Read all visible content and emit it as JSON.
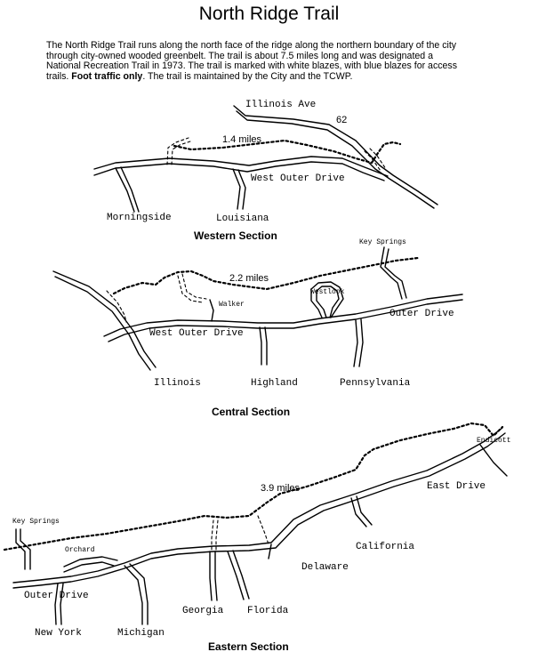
{
  "title": "North Ridge Trail",
  "intro": {
    "text1": "The North Ridge Trail runs along the north face of  the ridge along the northern boundary of the city through city-owned wooded greenbelt.  The trail is about 7.5 miles long and was designated a National Recreation Trail in 1973.  The trail is marked with white blazes, with blue blazes for access trails.  ",
    "bold": "Foot traffic only",
    "text2": ".  The trail is maintained by the City and the TCWP."
  },
  "sections": {
    "western": {
      "title": "Western Section",
      "distance": "1.4 miles",
      "labels": {
        "illinois_ave": "Illinois Ave",
        "route62": "62",
        "west_outer_drive": "West Outer Drive",
        "morningside": "Morningside",
        "louisiana": "Louisiana"
      }
    },
    "central": {
      "title": "Central Section",
      "distance": "2.2 miles",
      "labels": {
        "key_springs": "Key Springs",
        "westlook": "Westlook",
        "walker": "Walker",
        "outer_drive": "Outer Drive",
        "west_outer_drive": "West Outer Drive",
        "illinois": "Illinois",
        "highland": "Highland",
        "pennsylvania": "Pennsylvania"
      }
    },
    "eastern": {
      "title": "Eastern Section",
      "distance": "3.9 miles",
      "labels": {
        "endicott": "Endicott",
        "east_drive": "East Drive",
        "key_springs": "Key Springs",
        "orchard": "Orchard",
        "california": "California",
        "delaware": "Delaware",
        "outer_drive": "Outer Drive",
        "georgia": "Georgia",
        "florida": "Florida",
        "new_york": "New York",
        "michigan": "Michigan"
      }
    }
  }
}
